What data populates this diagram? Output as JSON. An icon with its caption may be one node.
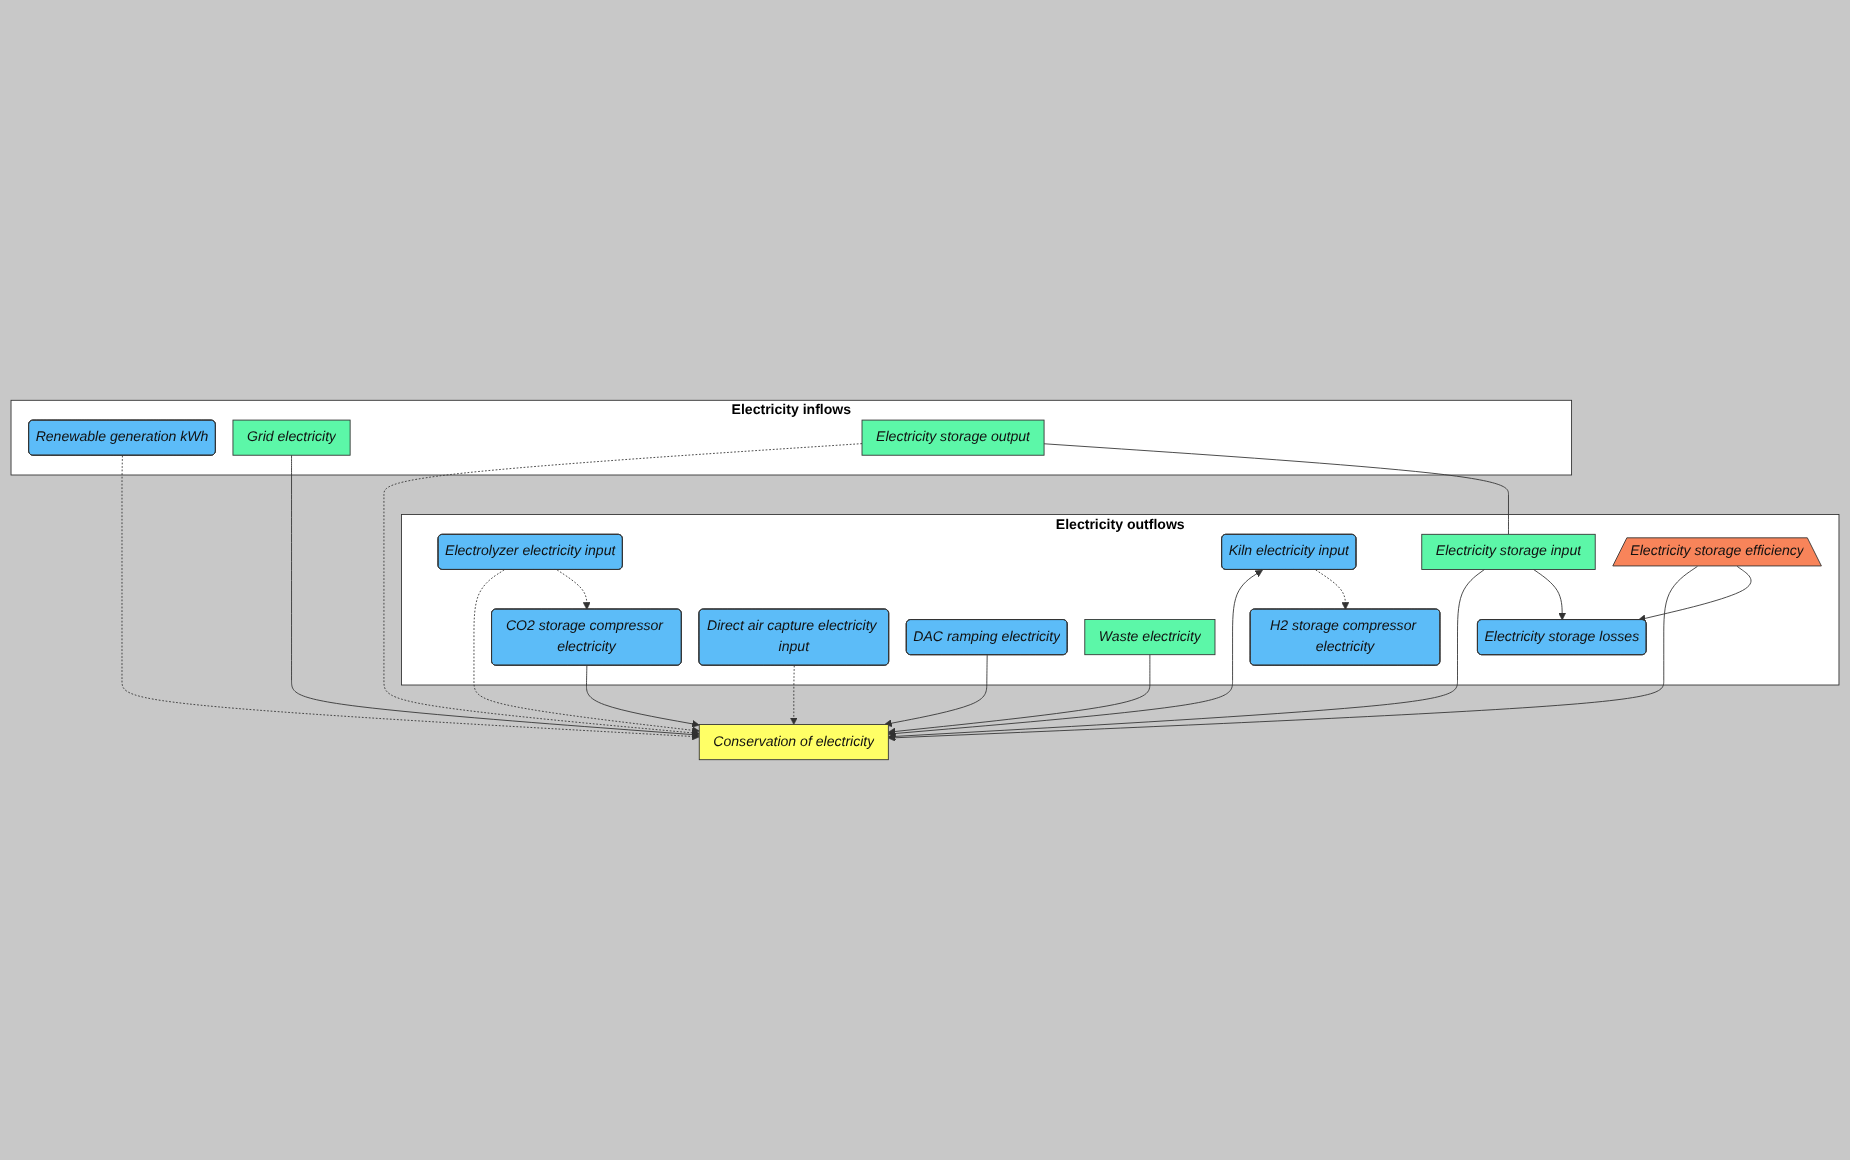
{
  "diagram": {
    "nodes": [
      {
        "text": [
          "Electricity inflows"
        ]
      },
      {
        "text": [
          "Renewable generation kWh"
        ],
        "in": 0
      },
      {
        "text": [
          "Grid electricity"
        ],
        "in": 0
      },
      {
        "text": [
          "Electricity storage output"
        ],
        "in": 0
      },
      {
        "text": [
          "Conservation of electricity"
        ]
      },
      {
        "text": [
          "Electricity outflows"
        ]
      },
      {
        "text": [
          "Electrolyzer electricity input"
        ],
        "in": 5
      },
      {
        "text": [
          "CO2 storage compressor electricity"
        ],
        "in": 5
      },
      {
        "text": [
          "Kiln electricity input"
        ],
        "in": 5
      },
      {
        "text": [
          "H2 storage compressor electricity"
        ],
        "in": 5
      },
      {
        "text": [
          "Direct air capture electricity input"
        ],
        "in": 5
      },
      {
        "text": [
          "DAC ramping electricity"
        ],
        "in": 5
      },
      {
        "text": [
          "Electricity storage input"
        ],
        "in": 5
      },
      {
        "text": [
          "Waste electricity"
        ],
        "in": 5
      },
      {
        "text": [
          "Electricity storage efficiency"
        ],
        "in": 5
      },
      {
        "text": [
          "Electricity storage losses"
        ],
        "in": 5
      }
    ],
    "edges": [
      {
        "from": 1,
        "to": 4,
        "arrow": "to",
        "style": "dashed"
      },
      {
        "from": 2,
        "to": 4,
        "arrow": "to"
      },
      {
        "from": 3,
        "to": 4,
        "arrow": "to",
        "style": "dashed"
      },
      {
        "from": 6,
        "to": 4,
        "arrow": "to",
        "style": "dashed"
      },
      {
        "from": 7,
        "to": 4,
        "arrow": "to"
      },
      {
        "from": 8,
        "to": 4,
        "arrow": "both"
      },
      {
        "from": 11,
        "to": 4,
        "arrow": "to"
      },
      {
        "from": 10,
        "to": 4,
        "arrow": "to",
        "style": "dashed"
      },
      {
        "from": 13,
        "to": 4,
        "arrow": "to"
      },
      {
        "from": 12,
        "to": 4,
        "arrow": "to"
      },
      {
        "from": 14,
        "to": 4,
        "arrow": "to"
      },
      {
        "from": 3,
        "to": 12,
        "arrow": "none"
      },
      {
        "from": 6,
        "to": 7,
        "arrow": "to",
        "style": "dashed"
      },
      {
        "from": 8,
        "to": 9,
        "arrow": "to",
        "style": "dashed"
      },
      {
        "from": 12,
        "to": 15,
        "arrow": "to"
      },
      {
        "from": 14,
        "to": 15,
        "arrow": "to"
      }
    ]
  }
}
